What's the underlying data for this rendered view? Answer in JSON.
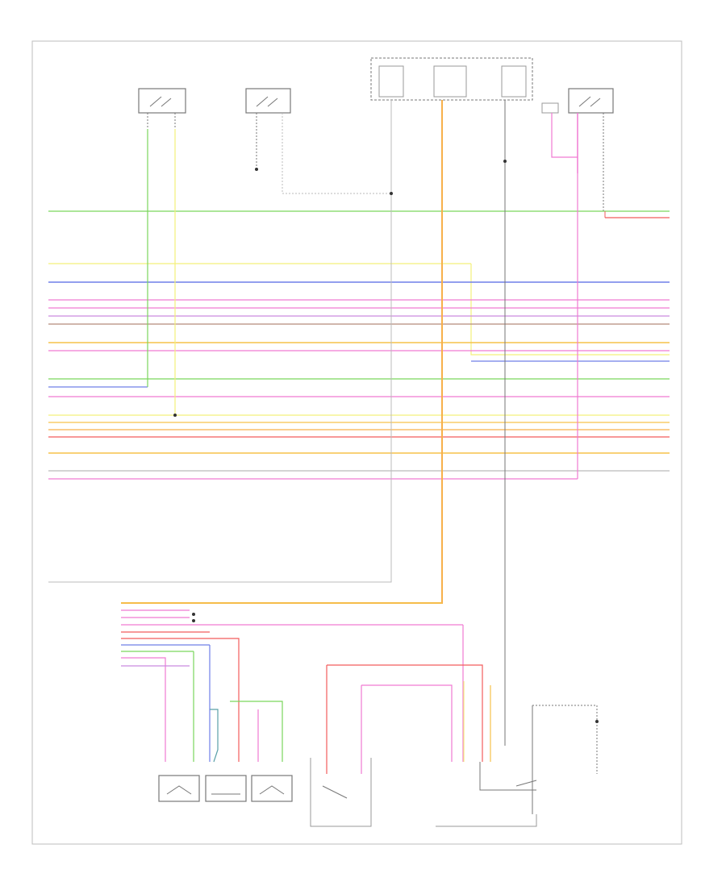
{
  "diagram": {
    "footer_id": "",
    "colors": {
      "border": "#bdbdbd",
      "device": "#777777",
      "ground": "#333333",
      "green": "#7ad65c",
      "yellow": "#f4f07a",
      "blue": "#6f7fe8",
      "pink": "#f07ad2",
      "violet": "#c98adf",
      "brown": "#b48a7a",
      "orange": "#f7b04b",
      "amber": "#f6c24a",
      "red": "#f25c5c",
      "gray": "#bbbbbb",
      "teal": "#5aa0a8"
    },
    "wire_labels": {
      "green": "",
      "yellow": "",
      "blue": "",
      "pink": "",
      "violet": "",
      "brown": "",
      "orange": "",
      "red": "",
      "gray": ""
    },
    "components": [
      {
        "id": "sw1",
        "label": ""
      },
      {
        "id": "sw2",
        "label": ""
      },
      {
        "id": "module",
        "label": ""
      },
      {
        "id": "sw3",
        "label": ""
      },
      {
        "id": "bottom_left",
        "label": ""
      },
      {
        "id": "bottom_mid",
        "label": ""
      },
      {
        "id": "bottom_right",
        "label": ""
      },
      {
        "id": "pump_left",
        "label": ""
      },
      {
        "id": "pump_right",
        "label": ""
      }
    ]
  }
}
